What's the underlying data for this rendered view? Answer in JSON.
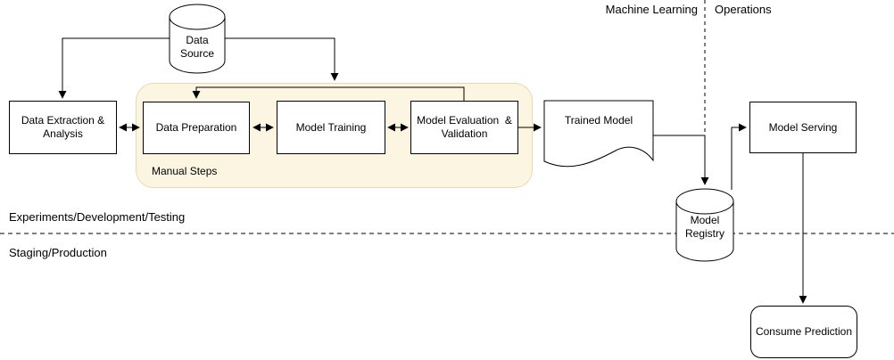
{
  "title_labels": {
    "machine_learning": "Machine Learning",
    "operations": "Operations"
  },
  "lanes": {
    "upper": "Experiments/Development/Testing",
    "lower": "Staging/Production"
  },
  "container": {
    "label": "Manual Steps"
  },
  "nodes": {
    "data_source": {
      "label": "Data\nSource",
      "shape": "cylinder"
    },
    "data_extraction": {
      "label": "Data Extraction &\nAnalysis",
      "shape": "rectangle"
    },
    "data_preparation": {
      "label": "Data Preparation",
      "shape": "rectangle"
    },
    "model_training": {
      "label": "Model Training",
      "shape": "rectangle"
    },
    "model_evaluation": {
      "label": "Model Evaluation  &\nValidation",
      "shape": "rectangle"
    },
    "trained_model": {
      "label": "Trained Model",
      "shape": "document"
    },
    "model_registry": {
      "label": "Model\nRegistry",
      "shape": "cylinder"
    },
    "model_serving": {
      "label": "Model Serving",
      "shape": "rectangle"
    },
    "consume_prediction": {
      "label": "Consume Prediction",
      "shape": "rounded-rectangle"
    }
  },
  "edges": [
    {
      "from": "data_source",
      "to": "data_extraction",
      "type": "arrow"
    },
    {
      "from": "data_source",
      "to": "manual_steps_container",
      "type": "arrow"
    },
    {
      "from": "data_extraction",
      "to": "data_preparation",
      "type": "bidirectional-arrow"
    },
    {
      "from": "data_preparation",
      "to": "model_training",
      "type": "bidirectional-arrow"
    },
    {
      "from": "model_training",
      "to": "model_evaluation",
      "type": "bidirectional-arrow"
    },
    {
      "from": "model_evaluation",
      "to": "data_preparation",
      "type": "arrow"
    },
    {
      "from": "model_evaluation",
      "to": "trained_model",
      "type": "arrow"
    },
    {
      "from": "trained_model",
      "to": "model_registry",
      "type": "arrow"
    },
    {
      "from": "model_registry",
      "to": "model_serving",
      "type": "arrow"
    },
    {
      "from": "model_serving",
      "to": "consume_prediction",
      "type": "arrow"
    }
  ],
  "dividers": {
    "vertical_dashed": "between Machine Learning and Operations",
    "horizontal_dashed": "between Experiments/Development/Testing and Staging/Production"
  },
  "colors": {
    "background": "#ffffff",
    "stroke": "#000000",
    "node_fill": "#ffffff",
    "container_fill": "#fcf5e1",
    "container_border": "#e6dab2"
  }
}
